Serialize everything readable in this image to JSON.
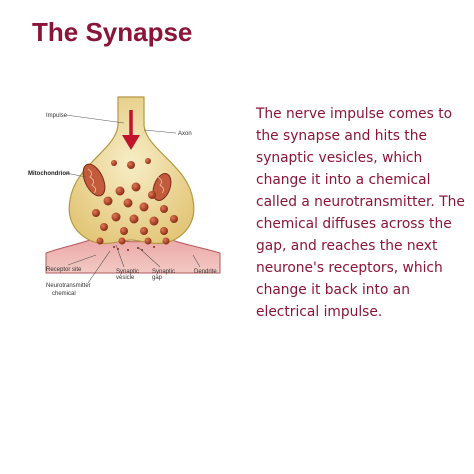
{
  "page": {
    "title": "The Synapse",
    "description": "The nerve impulse comes to the synapse and hits the synaptic vesicles, which change it into a chemical called a neurotransmitter. The chemical diffuses across the gap, and reaches the next neurone's receptors, which change it back into an electrical impulse."
  },
  "diagram": {
    "labels": {
      "impulse": "Impulse",
      "axon": "Axon",
      "mitochondrion": "Mitochondrion",
      "receptor_site": "Receptor site",
      "synaptic_vesicle_1": "Synaptic",
      "synaptic_vesicle_2": "vesicle",
      "synaptic_gap_1": "Synaptic",
      "synaptic_gap_2": "gap",
      "dendrite": "Dendrite",
      "neurotransmitter_1": "Neurotransmitter",
      "neurotransmitter_2": "chemical"
    },
    "colors": {
      "title": "#8a1538",
      "text": "#8a1538",
      "axon_fill": "#f2e1a6",
      "vesicle": "#b34a2a",
      "mitochondrion": "#c25a3c",
      "dendrite": "#e8a0a0",
      "arrow": "#c0142a"
    }
  }
}
